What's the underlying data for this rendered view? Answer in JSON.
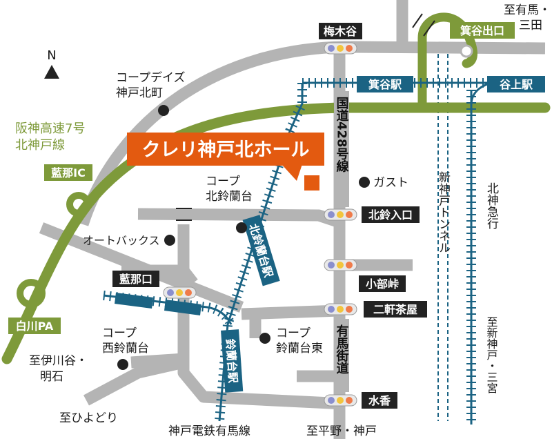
{
  "title": "クレリ神戸北ホール",
  "compass": "N",
  "colors": {
    "road": "#b4b4b4",
    "expressway": "#7e9a3a",
    "rail": "#1b6383",
    "marker": "#e35a10",
    "dark_label": "#222222",
    "green_label": "#7e9a3a",
    "signal_yellow": "#f2c53d",
    "signal_orange": "#ef7b4a",
    "signal_purple": "#8a8fce"
  },
  "signals": {
    "umekidani": "梅木谷",
    "kitasuzuran_iriguchi": "北鈴入口",
    "kobutouge": "小部峠",
    "nikenchaya": "二軒茶屋",
    "suiko": "水香",
    "aina_guchi": "藍那口"
  },
  "stations": {
    "minodani": "箕谷駅",
    "tanigami": "谷上駅",
    "kitasuzurandai": "北鈴蘭台駅",
    "suzurandai": "鈴蘭台駅"
  },
  "exits": {
    "minodani_exit": "箕谷出口",
    "aina_ic": "藍那IC",
    "shirakawa_pa": "白川PA"
  },
  "expressway_label_lines": [
    "阪神高速7号",
    "北神戸線"
  ],
  "road_labels": {
    "route428": "国道428号線",
    "arima_kaido": "有馬街道",
    "shin_kobe_tunnel": "新神戸トンネル",
    "hokushin_line": "北神急行"
  },
  "places": {
    "coop_days_lines": [
      "コープデイズ",
      "神戸北町"
    ],
    "coop_kitasuzurandai_lines": [
      "コープ",
      "北鈴蘭台"
    ],
    "autobacs": "オートバックス",
    "gusto": "ガスト",
    "coop_nishisuzurandai_lines": [
      "コープ",
      "西鈴蘭台"
    ],
    "coop_suzurandai_higashi_lines": [
      "コープ",
      "鈴蘭台東"
    ]
  },
  "directions": {
    "arima_sanda_lines": [
      "至有馬・",
      "三田"
    ],
    "ikawadani_lines": [
      "至伊川谷・",
      "明石"
    ],
    "hiyodori": "至ひよどり",
    "hirano_kobe": "至平野・神戸",
    "shinkobe_sannomiya_lines": [
      "至新神戸・三宮"
    ]
  },
  "railway_name": "神戸電鉄有馬線"
}
